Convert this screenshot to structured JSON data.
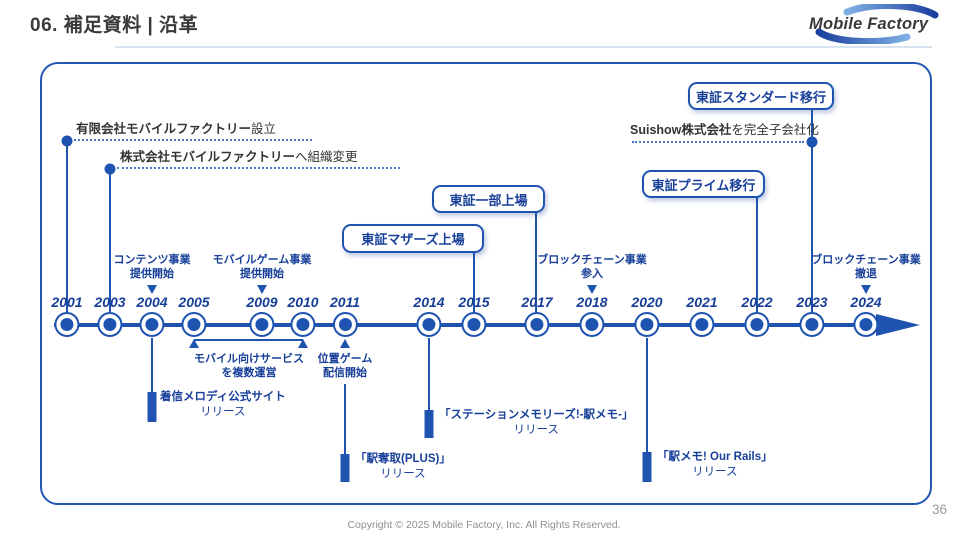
{
  "colors": {
    "accent_blue": "#1f53b0",
    "navy_text": "#173f99",
    "dark_text": "#3a3a3a",
    "gray_text": "#8f8f8f",
    "divider": "#d7e4f0"
  },
  "header": {
    "title": "06. 補足資料 | 沿革",
    "logo_text": "Mobile Factory"
  },
  "timeline": {
    "years": [
      "2001",
      "2003",
      "2004",
      "2005",
      "2009",
      "2010",
      "2011",
      "2014",
      "2015",
      "2017",
      "2018",
      "2020",
      "2021",
      "2022",
      "2023",
      "2024"
    ]
  },
  "boxes": {
    "mothers": "東証マザーズ上場",
    "first_section": "東証一部上場",
    "prime": "東証プライム移行",
    "standard": "東証スタンダード移行"
  },
  "events": {
    "founding": {
      "bold": "有限会社モバイルファクトリー",
      "rest": "設立"
    },
    "org_change": {
      "bold": "株式会社モバイルファクトリー",
      "rest": "へ組織変更"
    },
    "suishow": {
      "bold": "Suishow株式会社",
      "rest": "を完全子会社化"
    },
    "content_start": {
      "line1": "コンテンツ事業",
      "line2": "提供開始"
    },
    "mobile_game_start": {
      "line1": "モバイルゲーム事業",
      "line2": "提供開始"
    },
    "blockchain_entry": {
      "line1": "ブロックチェーン事業",
      "line2": "参入"
    },
    "blockchain_exit": {
      "line1": "ブロックチェーン事業",
      "line2": "撤退"
    },
    "multi_service": {
      "line1": "モバイル向けサービス",
      "line2": "を複数運営"
    },
    "location_game": {
      "line1": "位置ゲーム",
      "line2": "配信開始"
    },
    "melody_site": {
      "line1": "着信メロディ公式サイト",
      "line2": "リリース"
    },
    "eki_dasshu": {
      "line1": "「駅奪取(PLUS)」",
      "line2": "リリース"
    },
    "station_memories": {
      "line1": "「ステーションメモリーズ!-駅メモ-」",
      "line2": "リリース"
    },
    "our_rails": {
      "line1": "「駅メモ! Our Rails」",
      "line2": "リリース"
    }
  },
  "footer": {
    "copyright": "Copyright © 2025 Mobile Factory, Inc. All Rights Reserved.",
    "page_number": "36"
  }
}
